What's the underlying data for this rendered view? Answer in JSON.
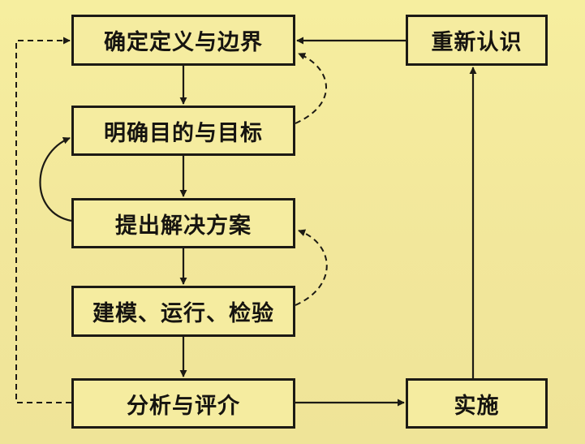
{
  "diagram": {
    "nodes": {
      "define": "确定定义与边界",
      "goals": "明确目的与目标",
      "solutions": "提出解决方案",
      "model": "建模、运行、检验",
      "analyze": "分析与评介",
      "reknow": "重新认识",
      "implement": "实施"
    },
    "edges": [
      {
        "from": "define",
        "to": "goals",
        "style": "solid"
      },
      {
        "from": "goals",
        "to": "solutions",
        "style": "solid"
      },
      {
        "from": "solutions",
        "to": "model",
        "style": "solid"
      },
      {
        "from": "model",
        "to": "analyze",
        "style": "solid"
      },
      {
        "from": "analyze",
        "to": "implement",
        "style": "solid"
      },
      {
        "from": "implement",
        "to": "reknow",
        "style": "solid"
      },
      {
        "from": "reknow",
        "to": "define",
        "style": "solid"
      },
      {
        "from": "goals",
        "to": "define",
        "style": "dashed"
      },
      {
        "from": "solutions",
        "to": "goals",
        "style": "solid-curved"
      },
      {
        "from": "model",
        "to": "solutions",
        "style": "dashed"
      },
      {
        "from": "analyze",
        "to": "define",
        "style": "dashed"
      }
    ]
  },
  "colors": {
    "background": "#f3ea9e",
    "ink": "#1c1a14"
  }
}
